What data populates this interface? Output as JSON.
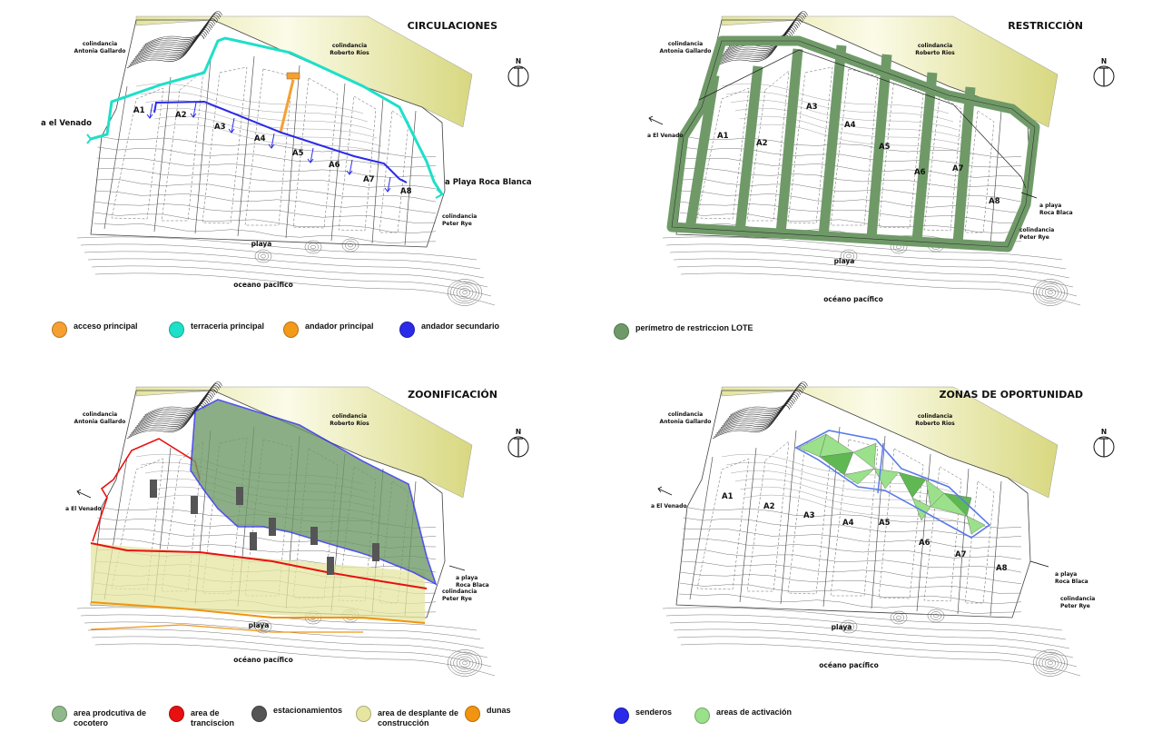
{
  "colors": {
    "cyan": "#1de0c8",
    "orange": "#f5a030",
    "blue": "#2a2ae8",
    "green": "#6f9a68",
    "red": "#e81010",
    "gray": "#555555",
    "yellow": "#e6e6a0",
    "dunes": "#f29410",
    "light_green": "#9be08a",
    "neighbor_yellow": "#dcdc8a"
  },
  "panels": [
    {
      "title": "CIRCULACIONES",
      "col_a": [
        "colindancia",
        "Antonia Gallardo"
      ],
      "col_b": [
        "colindancia",
        "Roberto Rios"
      ],
      "col_c": [
        "colindancia",
        "Peter Rye"
      ],
      "west": "a el Venado",
      "east": [
        "a Playa Roca Blanca",
        ""
      ],
      "beach": "playa",
      "ocean": "oceano pacifico",
      "north": "N",
      "lots": [
        "A1",
        "A2",
        "A3",
        "A4",
        "A5",
        "A6",
        "A7",
        "A8"
      ],
      "legend": [
        {
          "label": "acceso principal",
          "color": "#f5a030"
        },
        {
          "label": "terraceria principal",
          "color": "#1de0c8"
        },
        {
          "label": "andador principal",
          "color": "#f39a18"
        },
        {
          "label": "andador secundario",
          "color": "#2a2ae8"
        }
      ]
    },
    {
      "title": "RESTRICCIÒN",
      "col_a": [
        "colindancia",
        "Antonia Gallardo"
      ],
      "col_b": [
        "colindancia",
        "Roberto Rios"
      ],
      "col_c": [
        "colindancia",
        "Peter Rye"
      ],
      "west": "a  El Venado",
      "east": [
        "a playa",
        "Roca Blaca"
      ],
      "beach": "playa",
      "ocean": "océano pacífico",
      "north": "N",
      "lots": [
        "A1",
        "A2",
        "A3",
        "A4",
        "A5",
        "A6",
        "A7",
        "A8"
      ],
      "legend": [
        {
          "label": "perímetro de restriccion LOTE",
          "color": "#6f9a68"
        }
      ]
    },
    {
      "title": "ZOONIFICACIÓN",
      "col_a": [
        "colindancia",
        "Antonia Gallardo"
      ],
      "col_b": [
        "colindancia",
        "Roberto Rios"
      ],
      "col_c": [
        "colindancia",
        "Peter Rye"
      ],
      "west": "a  El Venado",
      "east": [
        "a playa",
        "Roca Blaca"
      ],
      "beach": "playa",
      "ocean": "océano pacífico",
      "north": "N",
      "lots": [],
      "legend": [
        {
          "label": "area prodcutiva de cocotero",
          "color": "#8fb98a"
        },
        {
          "label": "area de tranciscion",
          "color": "#e81010"
        },
        {
          "label": "estacionamientos",
          "color": "#555555"
        },
        {
          "label": "area de desplante de construcción",
          "color": "#e6e6a0"
        },
        {
          "label": "dunas",
          "color": "#f29410"
        }
      ]
    },
    {
      "title": "ZONAS DE OPORTUNIDAD",
      "col_a": [
        "colindancia",
        "Antonia Gallardo"
      ],
      "col_b": [
        "colindancia",
        "Roberto Rios"
      ],
      "col_c": [
        "colindancia",
        "Peter Rye"
      ],
      "west": "a  El Venado",
      "east": [
        "a playa",
        "Roca Blaca"
      ],
      "beach": "playa",
      "ocean": "océano pacífico",
      "north": "N",
      "lots": [
        "A1",
        "A2",
        "A3",
        "A4",
        "A5",
        "A6",
        "A7",
        "A8"
      ],
      "legend": [
        {
          "label": "senderos",
          "color": "#2a2ae8"
        },
        {
          "label": "areas de activación",
          "color": "#9be08a"
        }
      ]
    }
  ],
  "legend_lines": {
    "p3": [
      [
        "area prodcutiva",
        "de cocotero"
      ],
      [
        "area de",
        "tranciscion"
      ],
      [
        "estacionamientos"
      ],
      [
        "area de desplante",
        "de construcción"
      ],
      [
        "dunas"
      ]
    ]
  }
}
